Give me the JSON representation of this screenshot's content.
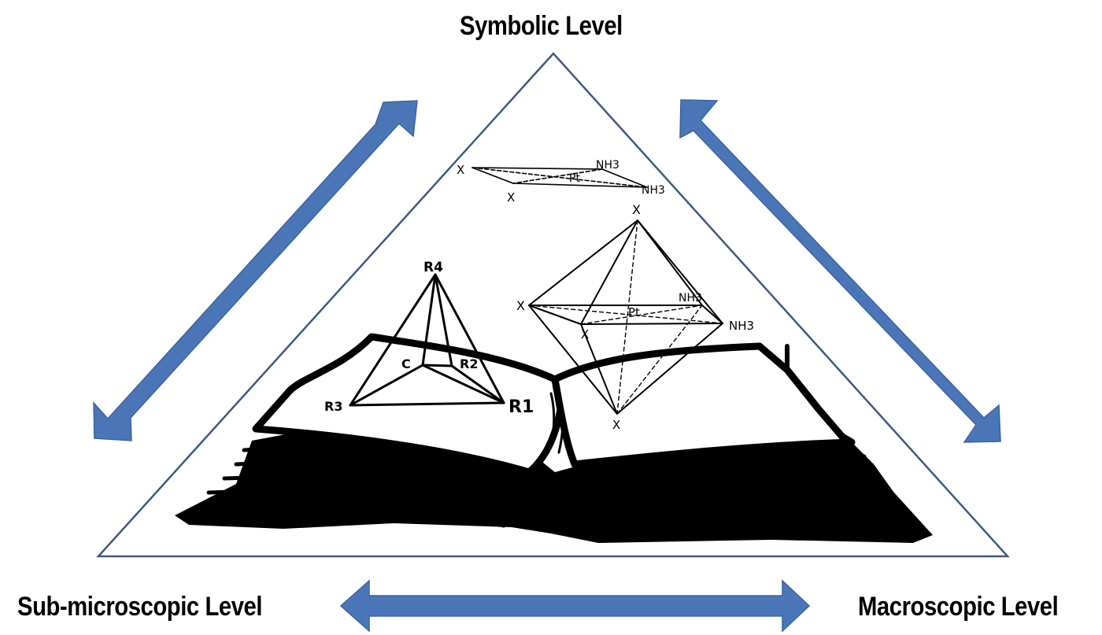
{
  "levels": {
    "top": "Symbolic Level",
    "left": "Sub-microscopic Level",
    "right": "Macroscopic Level"
  },
  "molecules": {
    "tetrahedron": {
      "apex": "R4",
      "center": "C",
      "r1": "R1",
      "r2": "R2",
      "r3": "R3"
    },
    "square_planar": {
      "x1": "X",
      "x2": "X",
      "nh3_1": "NH3",
      "nh3_2": "NH3",
      "metal": "Pt"
    },
    "octahedron": {
      "x_top": "X",
      "x_left": "X",
      "x_front": "X",
      "x_bottom": "X",
      "nh3_1": "NH3",
      "nh3_2": "NH3",
      "metal": "Pt"
    }
  },
  "colors": {
    "arrow": "#4a76b8",
    "triangle": "#3d5a80",
    "ink": "#000000"
  },
  "icons": [
    "double-arrow-icon",
    "open-book-icon"
  ]
}
